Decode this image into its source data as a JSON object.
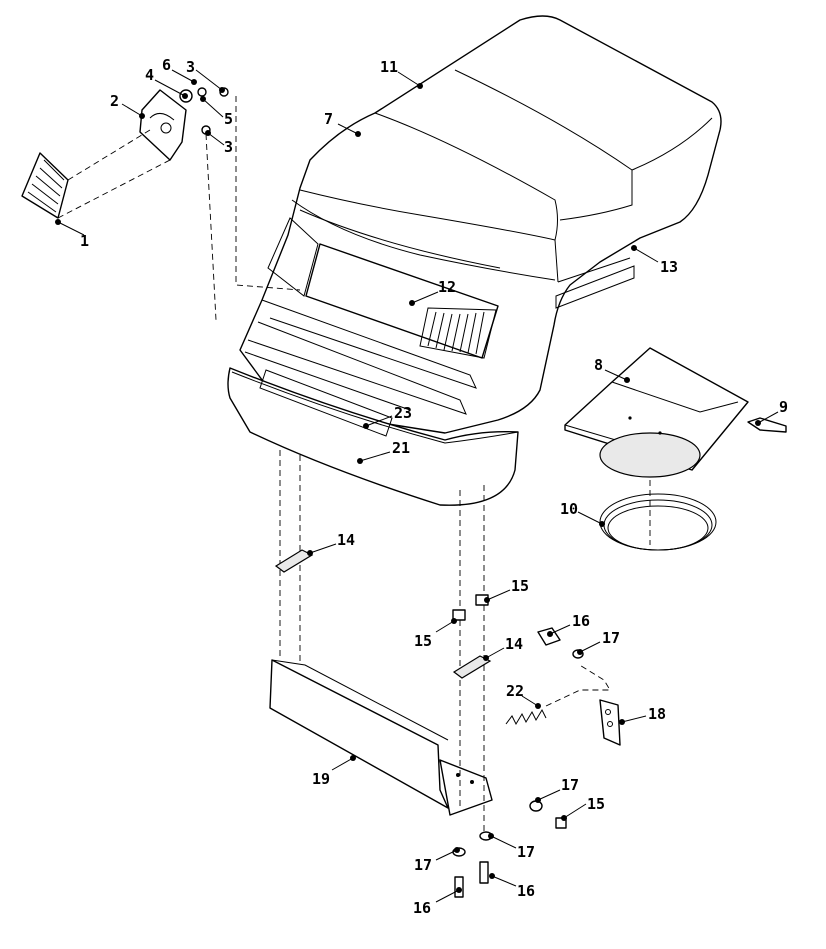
{
  "callouts": [
    {
      "id": "c1",
      "label": "1"
    },
    {
      "id": "c2",
      "label": "2"
    },
    {
      "id": "c3a",
      "label": "3"
    },
    {
      "id": "c3b",
      "label": "3"
    },
    {
      "id": "c4",
      "label": "4"
    },
    {
      "id": "c5",
      "label": "5"
    },
    {
      "id": "c6",
      "label": "6"
    },
    {
      "id": "c7",
      "label": "7"
    },
    {
      "id": "c8",
      "label": "8"
    },
    {
      "id": "c9",
      "label": "9"
    },
    {
      "id": "c10",
      "label": "10"
    },
    {
      "id": "c11",
      "label": "11"
    },
    {
      "id": "c12",
      "label": "12"
    },
    {
      "id": "c13",
      "label": "13"
    },
    {
      "id": "c14a",
      "label": "14"
    },
    {
      "id": "c14b",
      "label": "14"
    },
    {
      "id": "c15a",
      "label": "15"
    },
    {
      "id": "c15b",
      "label": "15"
    },
    {
      "id": "c15c",
      "label": "15"
    },
    {
      "id": "c16a",
      "label": "16"
    },
    {
      "id": "c16b",
      "label": "16"
    },
    {
      "id": "c16c",
      "label": "16"
    },
    {
      "id": "c17a",
      "label": "17"
    },
    {
      "id": "c17b",
      "label": "17"
    },
    {
      "id": "c17c",
      "label": "17"
    },
    {
      "id": "c17d",
      "label": "17"
    },
    {
      "id": "c18",
      "label": "18"
    },
    {
      "id": "c19",
      "label": "19"
    },
    {
      "id": "c21",
      "label": "21"
    },
    {
      "id": "c22",
      "label": "22"
    },
    {
      "id": "c23",
      "label": "23"
    }
  ]
}
